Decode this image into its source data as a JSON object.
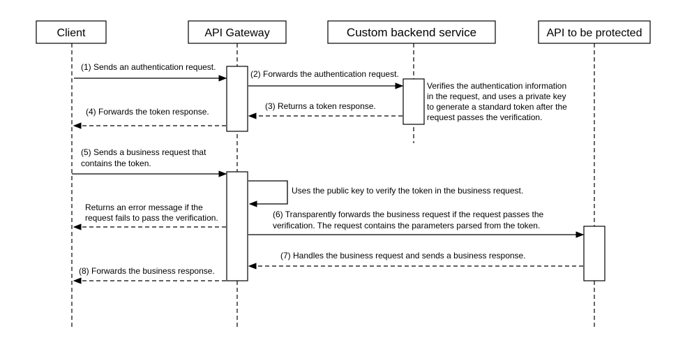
{
  "participants": {
    "client": "Client",
    "gateway": "API Gateway",
    "backend": "Custom backend service",
    "api": "API to be protected"
  },
  "messages": {
    "m1": "(1) Sends an authentication request.",
    "m2": "(2) Forwards the authentication request.",
    "note_verify": [
      "Verifies the authentication information",
      "in the request, and uses a private key",
      "to generate a standard token after the",
      "request passes the verification."
    ],
    "m3": "(3) Returns a token response.",
    "m4": "(4) Forwards the token response.",
    "m5": [
      "(5) Sends a business request that",
      "contains the token."
    ],
    "self_verify": "Uses the public key to verify the token in the business request.",
    "error": [
      "Returns an error message if the",
      "request fails to pass the verification."
    ],
    "m6": [
      "(6) Transparently forwards the business request if the request passes the",
      "verification. The request contains the parameters parsed from the token."
    ],
    "m7": "(7) Handles the business request and sends a business response.",
    "m8": "(8) Forwards the business response."
  }
}
